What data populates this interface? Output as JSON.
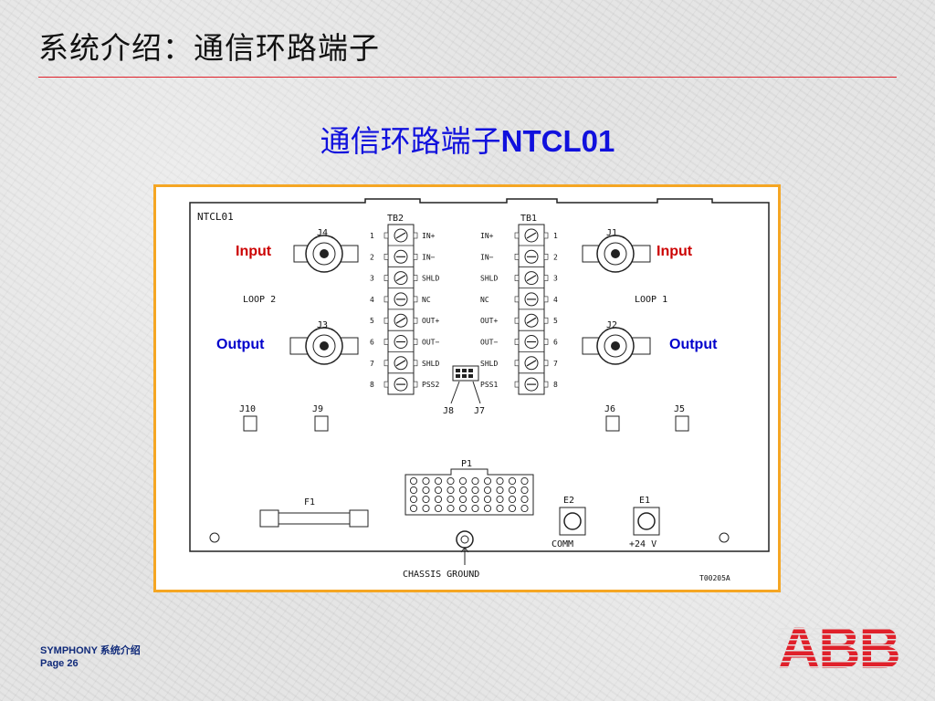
{
  "slide": {
    "title": "系统介绍：通信环路端子",
    "diagram_title_cn": "通信环路端子",
    "diagram_title_code": "NTCL01"
  },
  "board": {
    "name": "NTCL01",
    "tb2": "TB2",
    "tb1": "TB1",
    "terminal_numbers": [
      "1",
      "2",
      "3",
      "4",
      "5",
      "6",
      "7",
      "8"
    ],
    "tb2_labels": [
      "IN+",
      "IN−",
      "SHLD",
      "NC",
      "OUT+",
      "OUT−",
      "SHLD",
      "PSS2"
    ],
    "tb1_labels": [
      "IN+",
      "IN−",
      "SHLD",
      "NC",
      "OUT+",
      "OUT−",
      "SHLD",
      "PSS1"
    ],
    "j4": "J4",
    "j3": "J3",
    "j1": "J1",
    "j2": "J2",
    "loop2": "LOOP 2",
    "loop1": "LOOP 1",
    "j10": "J10",
    "j9": "J9",
    "j6": "J6",
    "j5": "J5",
    "j8": "J8",
    "j7": "J7",
    "p1": "P1",
    "f1": "F1",
    "e2": "E2",
    "e1": "E1",
    "comm": "COMM",
    "plus24v": "+24 V",
    "chassis_ground": "CHASSIS GROUND",
    "drawing_no": "T00205A"
  },
  "annotations": {
    "input_left": "Input",
    "output_left": "Output",
    "input_right": "Input",
    "output_right": "Output"
  },
  "footer": {
    "line1": "SYMPHONY 系统介绍",
    "line2": "Page 26"
  },
  "logo": {
    "text": "ABB",
    "color": "#e0202a"
  },
  "colors": {
    "accent": "#e0202a",
    "title_blue": "#1010dd",
    "frame": "#f5a623",
    "input": "#cc0000",
    "output": "#0000cc"
  }
}
